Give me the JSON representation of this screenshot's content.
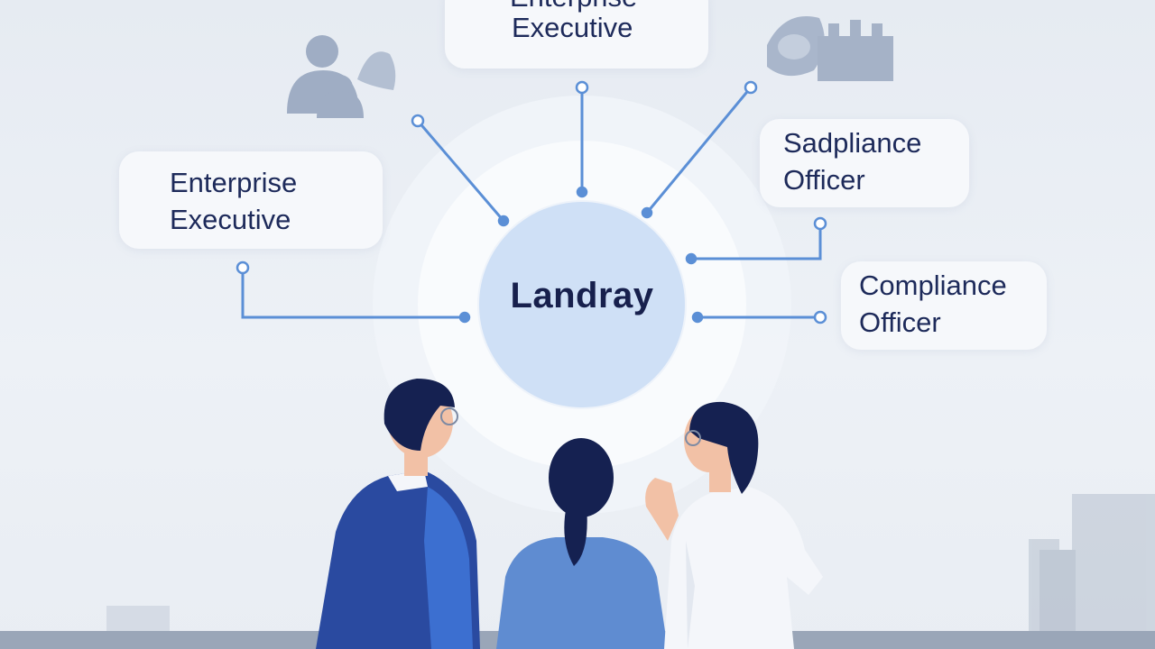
{
  "hub": {
    "label": "Landray"
  },
  "nodes": [
    {
      "line1": "Enterprise",
      "line2": "Executive"
    },
    {
      "line1": "Enterprise",
      "line2": "Executive"
    },
    {
      "line1": "Sadpliance",
      "line2": "Officer"
    },
    {
      "line1": "Compliance",
      "line2": "Officer"
    }
  ],
  "icons": [
    "people-group-icon",
    "shield-building-icon"
  ],
  "colors": {
    "accent": "#5b8fd6",
    "text_dark": "#1d2a5a",
    "hub_fill": "#cfe0f6",
    "jacket": "#2a4aa0",
    "shirt_light": "#f4f6fa"
  }
}
